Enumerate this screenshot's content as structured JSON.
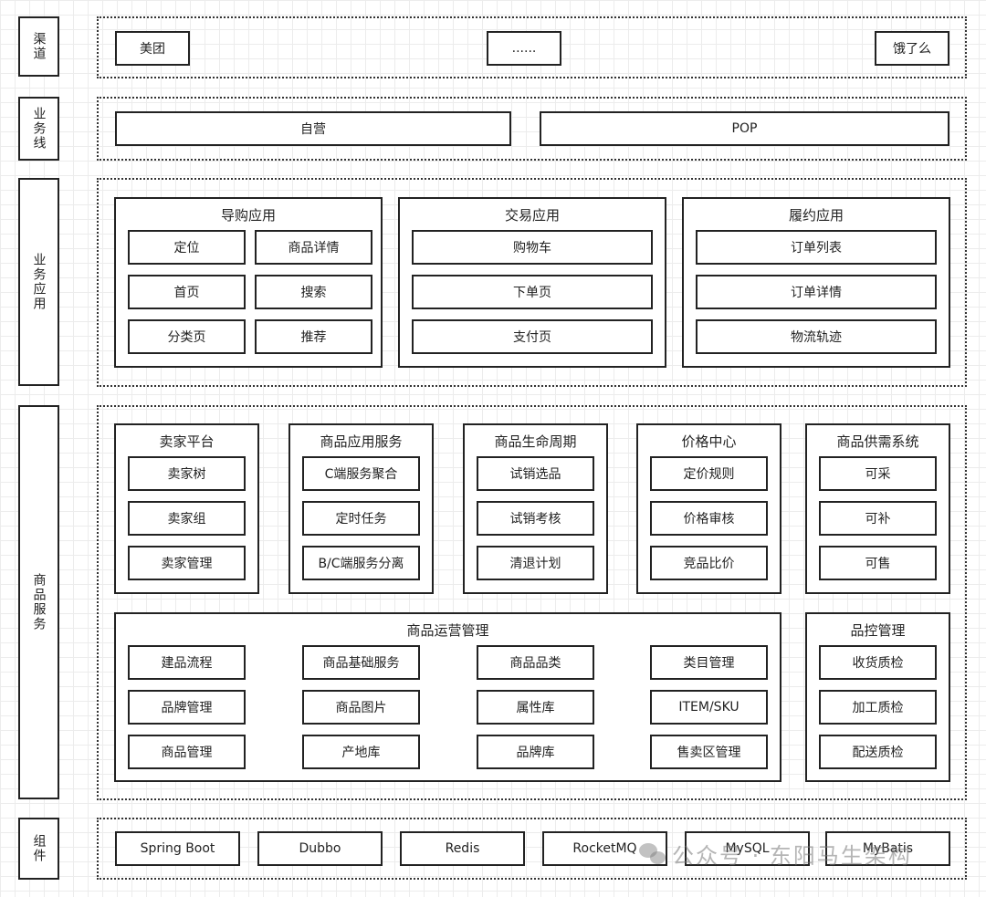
{
  "rows": {
    "channel": {
      "label": "渠道",
      "items": [
        "美团",
        "......",
        "饿了么"
      ]
    },
    "business_line": {
      "label": "业务线",
      "items": [
        "自营",
        "POP"
      ]
    },
    "business_app": {
      "label": "业务应用",
      "groups": [
        {
          "title": "导购应用",
          "items": [
            "定位",
            "商品详情",
            "首页",
            "搜索",
            "分类页",
            "推荐"
          ]
        },
        {
          "title": "交易应用",
          "items": [
            "购物车",
            "下单页",
            "支付页"
          ]
        },
        {
          "title": "履约应用",
          "items": [
            "订单列表",
            "订单详情",
            "物流轨迹"
          ]
        }
      ]
    },
    "product_service": {
      "label": "商品服务",
      "groups": [
        {
          "title": "卖家平台",
          "items": [
            "卖家树",
            "卖家组",
            "卖家管理"
          ]
        },
        {
          "title": "商品应用服务",
          "items": [
            "C端服务聚合",
            "定时任务",
            "B/C端服务分离"
          ]
        },
        {
          "title": "商品生命周期",
          "items": [
            "试销选品",
            "试销考核",
            "清退计划"
          ]
        },
        {
          "title": "价格中心",
          "items": [
            "定价规则",
            "价格审核",
            "竞品比价"
          ]
        },
        {
          "title": "商品供需系统",
          "items": [
            "可采",
            "可补",
            "可售"
          ]
        },
        {
          "title": "商品运营管理",
          "items": [
            "建品流程",
            "商品基础服务",
            "商品品类",
            "类目管理",
            "品牌管理",
            "商品图片",
            "属性库",
            "ITEM/SKU",
            "商品管理",
            "产地库",
            "品牌库",
            "售卖区管理"
          ]
        },
        {
          "title": "品控管理",
          "items": [
            "收货质检",
            "加工质检",
            "配送质检"
          ]
        }
      ]
    },
    "components": {
      "label": "组件",
      "items": [
        "Spring Boot",
        "Dubbo",
        "Redis",
        "RocketMQ",
        "MySQL",
        "MyBatis"
      ]
    }
  },
  "watermark": {
    "text": "公众号 · 东阳马生架构",
    "icon": "wechat-icon"
  }
}
